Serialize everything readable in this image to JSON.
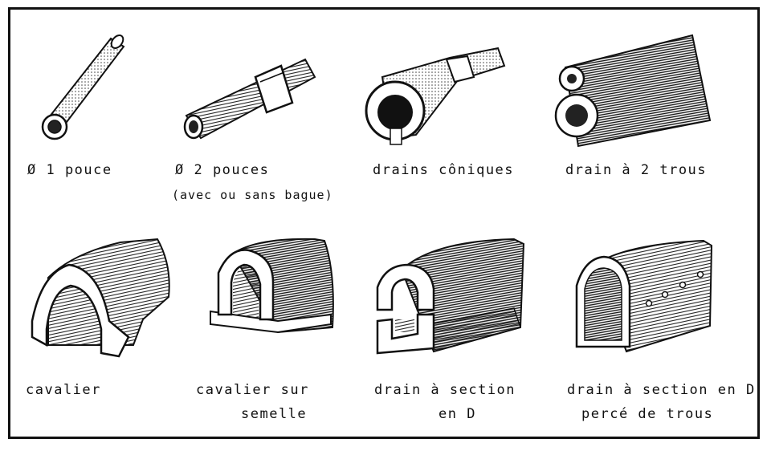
{
  "captions": {
    "c1": "Ø 1 pouce",
    "c2a": "Ø 2 pouces",
    "c2b": "(avec ou sans bague)",
    "c3": "drains côniques",
    "c4": "drain à 2 trous",
    "c5": "cavalier",
    "c6a": "cavalier sur",
    "c6b": "semelle",
    "c7a": "drain à section",
    "c7b": "en D",
    "c8a": "drain à section en D",
    "c8b": "percé de trous"
  },
  "colors": {
    "ink": "#111111",
    "paper": "#ffffff",
    "shade": "#555555"
  }
}
